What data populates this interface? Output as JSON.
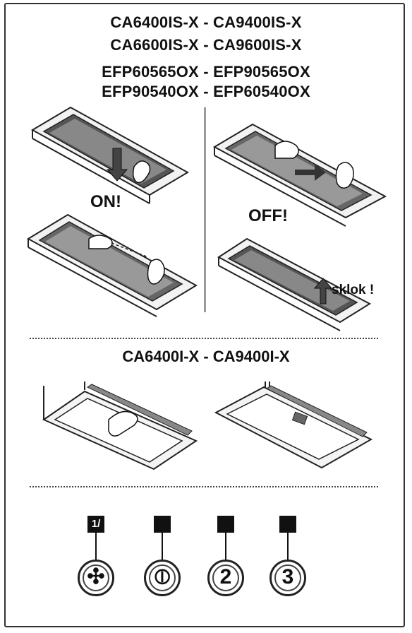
{
  "header": {
    "lines": [
      "CA6400IS-X - CA9400IS-X",
      "CA6600IS-X - CA9600IS-X",
      "EFP60565OX - EFP90565OX",
      "EFP90540OX - EFP60540OX"
    ]
  },
  "panel_labels": {
    "on": "ON!",
    "off": "OFF!",
    "sklok": "sklok !"
  },
  "section2": {
    "title": "CA6400I-X - CA9400I-X"
  },
  "controls": {
    "markers": [
      "1/",
      "",
      "",
      ""
    ],
    "buttons": [
      {
        "icon": "lamp-icon",
        "text": "✣"
      },
      {
        "icon": "power-icon",
        "text": "⦶"
      },
      {
        "icon": "speed-2-icon",
        "text": "2"
      },
      {
        "icon": "speed-3-icon",
        "text": "3"
      }
    ]
  }
}
